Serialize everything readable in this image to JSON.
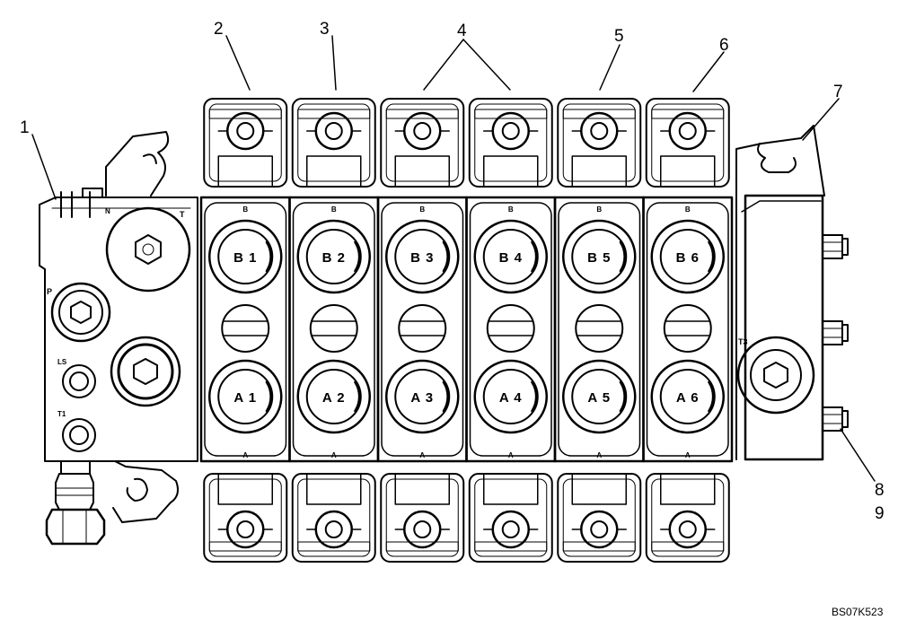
{
  "callouts": [
    "1",
    "2",
    "3",
    "4",
    "5",
    "6",
    "7",
    "8",
    "9"
  ],
  "sections": [
    {
      "upper": "B 1",
      "lower": "A 1",
      "top_mark": "B",
      "bottom_mark": "A"
    },
    {
      "upper": "B 2",
      "lower": "A 2",
      "top_mark": "B",
      "bottom_mark": "A"
    },
    {
      "upper": "B 3",
      "lower": "A 3",
      "top_mark": "B",
      "bottom_mark": "A"
    },
    {
      "upper": "B 4",
      "lower": "A 4",
      "top_mark": "B",
      "bottom_mark": "A"
    },
    {
      "upper": "B 5",
      "lower": "A 5",
      "top_mark": "B",
      "bottom_mark": "A"
    },
    {
      "upper": "B 6",
      "lower": "A 6",
      "top_mark": "B",
      "bottom_mark": "A"
    }
  ],
  "inlet_labels": {
    "p": "P",
    "ls": "LS",
    "t1": "T1",
    "t": "T",
    "n": "N"
  },
  "outlet_label": "T3",
  "reference_code": "BS07K523"
}
